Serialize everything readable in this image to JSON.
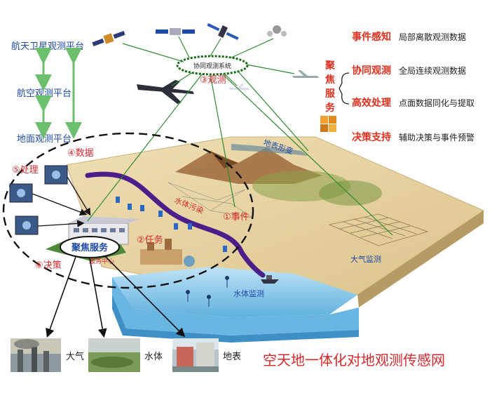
{
  "left_platforms": {
    "space": "航天卫星观测平台",
    "air": "航空观测平台",
    "ground": "地面观测平台"
  },
  "center": {
    "system_ring": "协同观测系统",
    "observe": "③观测",
    "data": "④数据",
    "process": "⑤处理",
    "task": "②任务",
    "event": "①事件",
    "decide": "⑥决策",
    "focus_service": "聚焦服务",
    "service_center": "服务中心",
    "water_pollution": "水体污染",
    "surface_change": "地表形变",
    "air_monitor": "大气监测",
    "water_monitor": "水体监测"
  },
  "right_panel": {
    "focus_title": "聚焦服务",
    "items": [
      {
        "title": "事件感知",
        "desc": "局部离散观测数据"
      },
      {
        "title": "协同观测",
        "desc": "全局连续观测数据"
      },
      {
        "title": "高效处理",
        "desc": "点面数据同化与提取"
      },
      {
        "title": "决策支持",
        "desc": "辅助决策与事件预警"
      }
    ]
  },
  "bottom": {
    "photos": [
      {
        "label": "大气"
      },
      {
        "label": "水体"
      },
      {
        "label": "地表"
      }
    ],
    "title": "空天地一体化对地观测传感网"
  },
  "colors": {
    "blue_text": "#1f4aa8",
    "red_text": "#d8282c",
    "green_line": "#2e8b2e",
    "river": "#4b1f8a",
    "land": "#e8d4a0",
    "water": "#8ec9ea"
  }
}
